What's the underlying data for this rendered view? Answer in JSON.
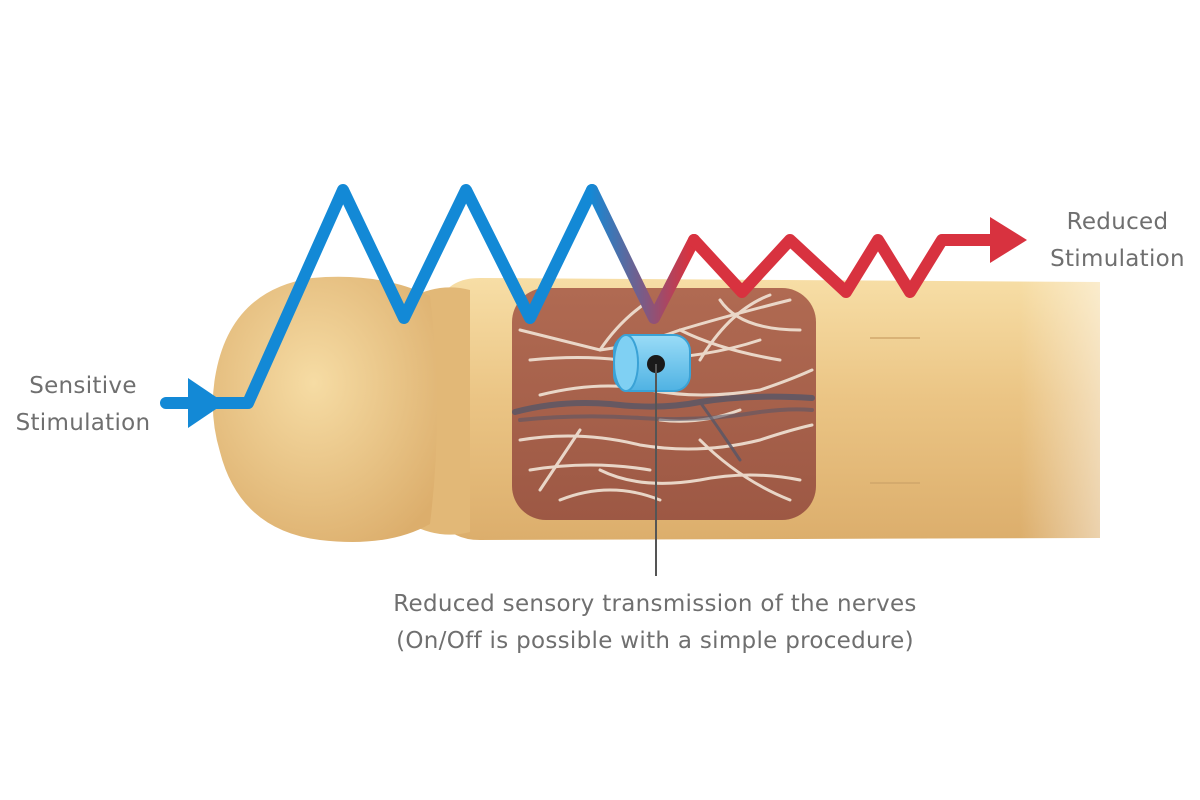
{
  "labels": {
    "input": {
      "line1": "Sensitive",
      "line2": "Stimulation"
    },
    "output": {
      "line1": "Reduced",
      "line2": "Stimulation"
    },
    "implant": {
      "line1": "Reduced sensory transmission of the nerves",
      "line2": "(On/Off is possible with a simple procedure)"
    }
  },
  "colors": {
    "input_signal": "#1389d6",
    "output_signal": "#d8323f",
    "implant": "#6cc6ef",
    "body": "#ebc585",
    "tissue": "#a8614c",
    "label_text": "#6f6f6f"
  }
}
